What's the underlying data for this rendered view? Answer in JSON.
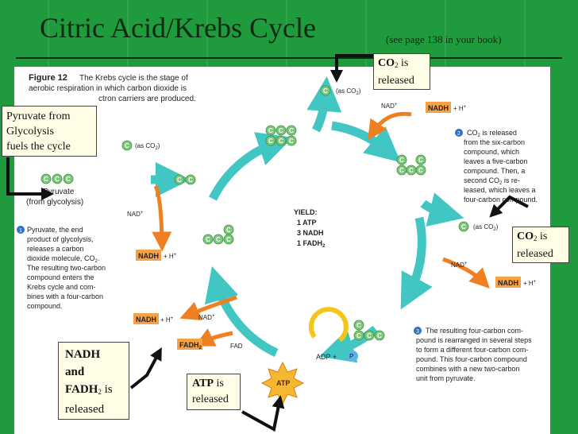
{
  "title": "Citric Acid/Krebs Cycle",
  "title_note": "(see page 138 in your book)",
  "figure": {
    "caption_label": "Figure 12",
    "caption_lines": [
      "The Krebs cycle is the stage of",
      "aerobic respiration in which carbon dioxide is",
      "ctron carriers are produced."
    ],
    "pyruvate_label": "Pyruvate",
    "pyruvate_source": "(from glycolysis)",
    "carbon": "C",
    "co2_paren": "(as CO",
    "co2_sub": "2",
    "co2_close": ")",
    "nad": "NAD",
    "plus": "+",
    "nadh": "NADH",
    "h_plus": "+ H",
    "fad": "FAD",
    "fadh2": "FADH",
    "fadh2_sub": "2",
    "adp": "ADP +",
    "p": "P",
    "atp": "ATP",
    "yield": {
      "title": "YIELD:",
      "l1": "1 ATP",
      "l2": "3 NADH",
      "l3": "1 FADH",
      "l3_sub": "2"
    },
    "step1": {
      "num": "1",
      "lines": [
        "Pyruvate, the end",
        "product of glycolysis,",
        "releases a carbon",
        "dioxide molecule, CO",
        "The resulting two-carbon",
        "compound enters the",
        "Krebs cycle and com-",
        "bines with a four-carbon",
        "compound."
      ],
      "sub": "2"
    },
    "step2": {
      "num": "2",
      "lines": [
        "CO",
        "from the six-carbon",
        "compound, which",
        "leaves a five-carbon",
        "compound. Then, a",
        "second CO",
        "leased, which leaves a",
        "four-carbon compound."
      ],
      "l1_tail": "is released",
      "l6_tail": "is re-",
      "sub": "2"
    },
    "step3": {
      "num": "3",
      "lines": [
        "The resulting four-carbon com-",
        "pound is rearranged in several steps",
        "to form a different four-carbon com-",
        "pound. This four-carbon compound",
        "combines with a new two-carbon",
        "unit from pyruvate."
      ]
    }
  },
  "callouts": {
    "pyruvate": {
      "lines": [
        "Pyruvate from",
        "Glycolysis",
        "fuels the cycle"
      ]
    },
    "co2_top": {
      "bold": "CO",
      "sub": "2",
      "rest": " is",
      "line2": "released"
    },
    "co2_right": {
      "bold": "CO",
      "sub": "2",
      "rest": " is",
      "line2": "released"
    },
    "nadh": {
      "l1": "NADH",
      "l2": "and",
      "l3": "FADH",
      "sub": "2",
      "rest": " is",
      "l4": "released"
    },
    "atp": {
      "bold": "ATP",
      "rest": " is",
      "line2": "released"
    }
  },
  "colors": {
    "background": "#1f9a3c",
    "cycle_arrow": "#41c6c3",
    "orange": "#f07f22",
    "carbon": "#7dc77d",
    "callout": "#fffde6",
    "label_box": "#f6a146"
  }
}
